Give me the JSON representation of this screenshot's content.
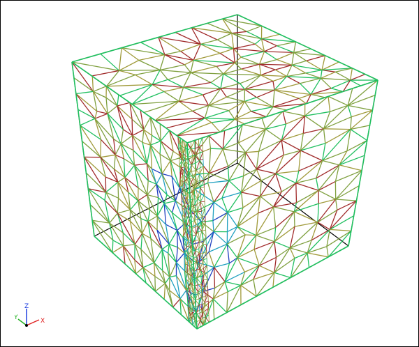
{
  "viewport": {
    "background": "#ffffff",
    "frame_color": "#000000"
  },
  "mesh": {
    "hidden_edge_color": "#000000",
    "color_scale": [
      "#1f3fbf",
      "#1fa0c0",
      "#1fbf5f",
      "#7fa03f",
      "#a09a3a",
      "#a02a2a"
    ]
  },
  "triad": {
    "x_label": "X",
    "y_label": "Y",
    "z_label": "Z",
    "x_color": "#e02020",
    "y_color": "#20b020",
    "z_color": "#2040e0"
  }
}
